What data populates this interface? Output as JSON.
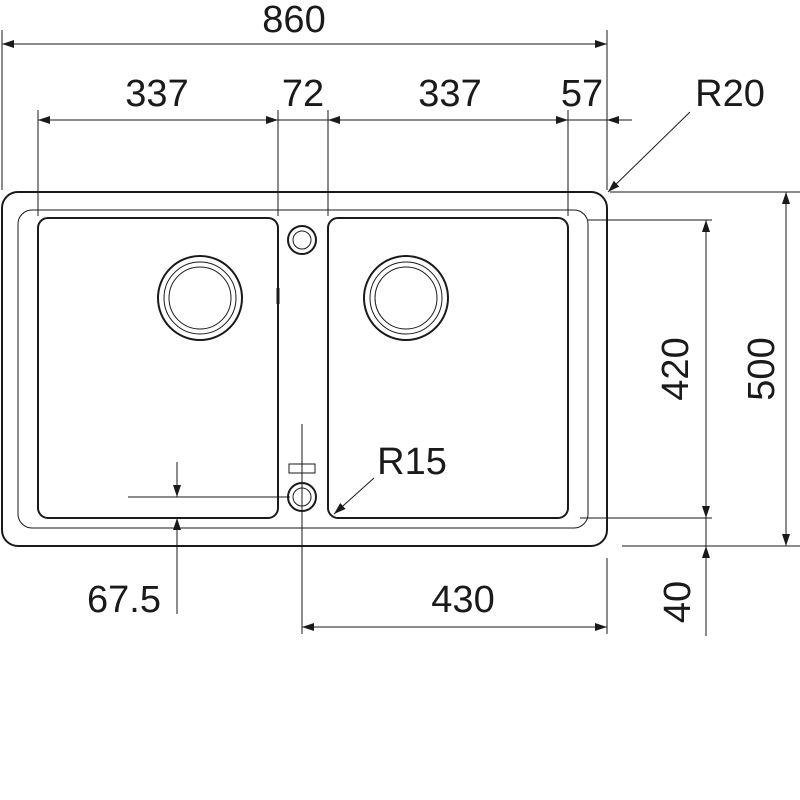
{
  "dimensions": {
    "total_width": "860",
    "left_bowl_width": "337",
    "center_gap": "72",
    "right_bowl_width": "337",
    "right_margin": "57",
    "corner_radius_outer": "R20",
    "bowl_depth": "420",
    "total_depth": "500",
    "bowl_corner_radius": "R15",
    "drain_offset": "67.5",
    "drain_to_right": "430",
    "bottom_margin": "40"
  },
  "colors": {
    "line": "#1a1a1a",
    "background": "#ffffff"
  }
}
